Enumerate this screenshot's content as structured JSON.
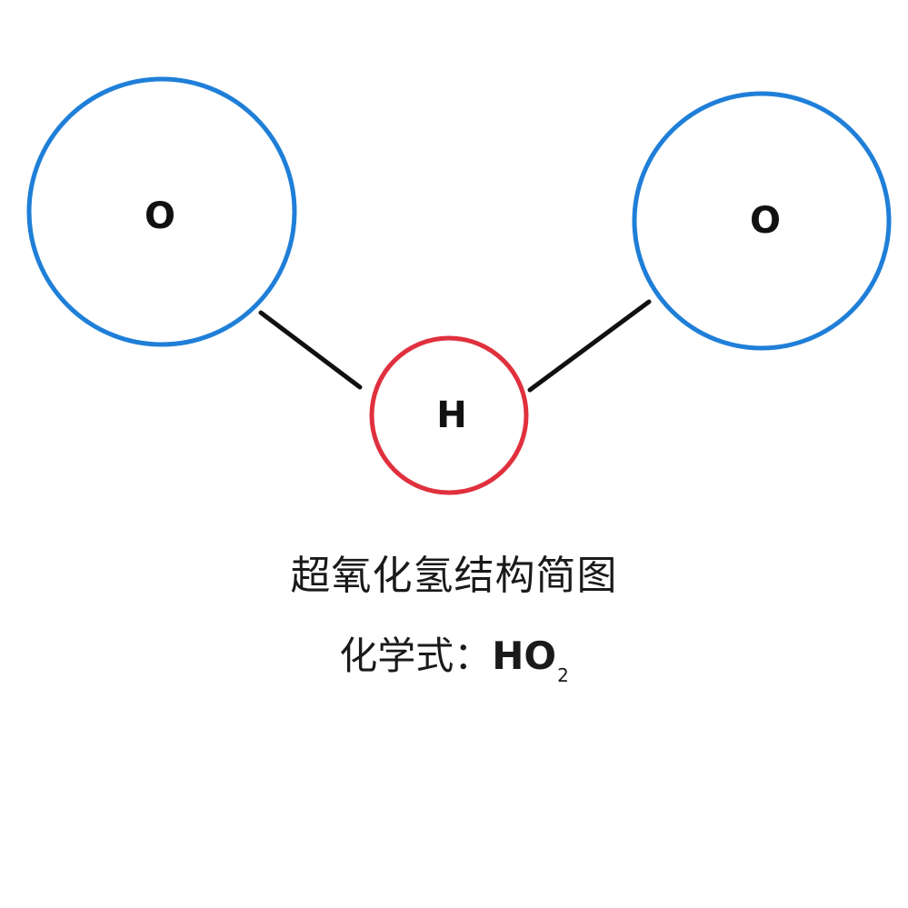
{
  "atoms": [
    {
      "symbol": "O",
      "color": "#1f7fd8"
    },
    {
      "symbol": "H",
      "color": "#e0303e"
    },
    {
      "symbol": "O",
      "color": "#1f7fd8"
    }
  ],
  "bond_color": "#111111",
  "title": "超氧化氢结构简图",
  "formula": {
    "label": "化学式：",
    "main": "HO",
    "subscript": "2"
  }
}
